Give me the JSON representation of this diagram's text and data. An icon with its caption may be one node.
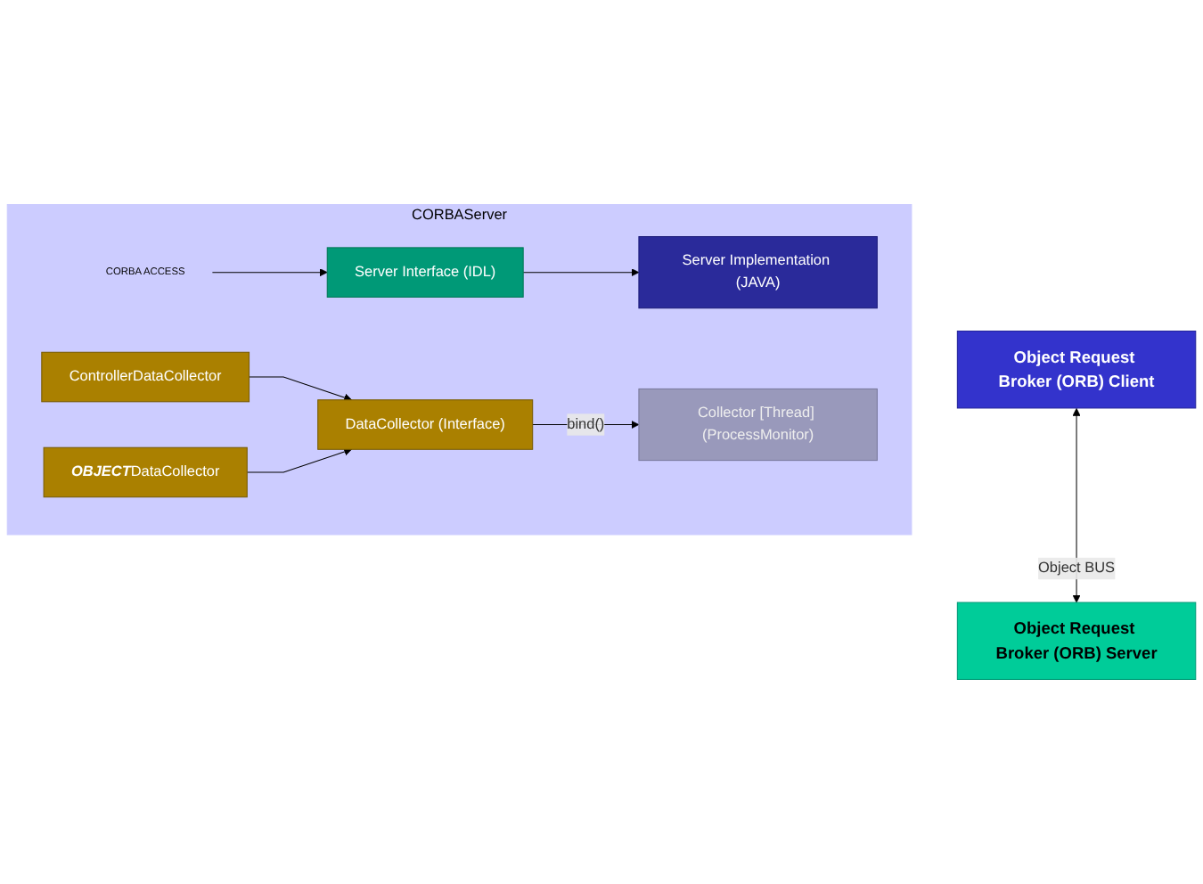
{
  "diagram": {
    "nodes": [
      {
        "text": [
          "Object Request Broker (ORB) Client"
        ]
      },
      {
        "text": [
          "Object Request Broker (ORB) Server"
        ]
      },
      {
        "text": [
          "CORBAServer"
        ]
      },
      {
        "text": [
          "CORBA ACCESS"
        ],
        "in": 2
      },
      {
        "text": [
          "Server Interface (IDL)"
        ],
        "in": 2
      },
      {
        "text": [
          "Server Implementation (JAVA)"
        ],
        "in": 2
      },
      {
        "text": [
          "Collector [Thread] (ProcessMonitor)"
        ],
        "in": 2
      },
      {
        "text": [
          "DataCollector (Interface)"
        ],
        "in": 2
      },
      {
        "text": [
          "ControllerDataCollector"
        ],
        "in": 2
      },
      {
        "text": [
          "**OBJECT**DataCollector"
        ],
        "in": 2
      }
    ],
    "edges": [
      {
        "from": 0,
        "to": 1,
        "arrow": "both",
        "label": "Object BUS"
      },
      {
        "from": 3,
        "to": 4,
        "arrow": "to"
      },
      {
        "from": 4,
        "to": 5,
        "arrow": "to"
      },
      {
        "from": 7,
        "to": 6,
        "arrow": "to",
        "label": "bind()"
      },
      {
        "from": 8,
        "to": 7,
        "arrow": "to"
      },
      {
        "from": 9,
        "to": 7,
        "arrow": "to"
      }
    ]
  }
}
